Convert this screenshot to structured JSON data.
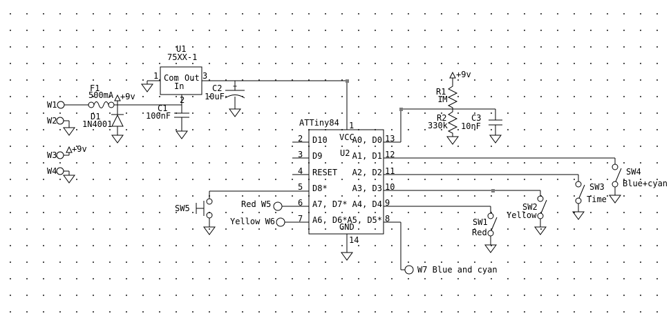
{
  "power_rail": "+9v",
  "terminals": {
    "w1": "W1",
    "w2": "W2",
    "w3": "W3",
    "w4": "W4",
    "w5": "Red W5",
    "w6": "Yellow W6",
    "w7": "W7 Blue and cyan"
  },
  "components": {
    "u1": {
      "ref": "U1",
      "value": "75XX-1",
      "pins": {
        "com": "Com",
        "out": "Out",
        "in": "In"
      },
      "nums": {
        "n1": "1",
        "n2": "2",
        "n3": "3"
      }
    },
    "f1": {
      "ref": "F1",
      "value": "500mA"
    },
    "d1": {
      "ref": "D1",
      "value": "1N4001"
    },
    "c1": {
      "ref": "C1",
      "value": "100nF"
    },
    "c2": {
      "ref": "C2",
      "value": "10uF",
      "polarity": "+"
    },
    "c3": {
      "ref": "C3",
      "value": "10nF"
    },
    "r1": {
      "ref": "R1",
      "value": "1M"
    },
    "r2": {
      "ref": "R2",
      "value": "330k"
    },
    "u2": {
      "name": "ATTiny84",
      "ref": "U2",
      "vcc": {
        "num": "1",
        "label": "VCC"
      },
      "gnd": {
        "num": "14",
        "label": "GND"
      },
      "left_pins": [
        {
          "num": "2",
          "label": "D10"
        },
        {
          "num": "3",
          "label": "D9"
        },
        {
          "num": "4",
          "label": "RESET"
        },
        {
          "num": "5",
          "label": "D8*"
        },
        {
          "num": "6",
          "label": "A7, D7*"
        },
        {
          "num": "7",
          "label": "A6, D6*"
        }
      ],
      "right_pins": [
        {
          "num": "13",
          "label": "A0, D0"
        },
        {
          "num": "12",
          "label": "A1, D1"
        },
        {
          "num": "11",
          "label": "A2, D2"
        },
        {
          "num": "10",
          "label": "A3, D3"
        },
        {
          "num": "9",
          "label": "A4, D4"
        },
        {
          "num": "8",
          "label": "A5, D5*"
        }
      ]
    },
    "switches": [
      {
        "ref": "SW1",
        "note": "Red"
      },
      {
        "ref": "SW2",
        "note": "Yellow"
      },
      {
        "ref": "SW3",
        "note": "Time"
      },
      {
        "ref": "SW4",
        "note": "Blue+cyan"
      },
      {
        "ref": "SW5"
      }
    ]
  },
  "colors": {
    "wire": "#000000",
    "background": "#ffffff",
    "grid_dot": "#3a3a3a",
    "selection_handle": "#7d7d7d"
  }
}
